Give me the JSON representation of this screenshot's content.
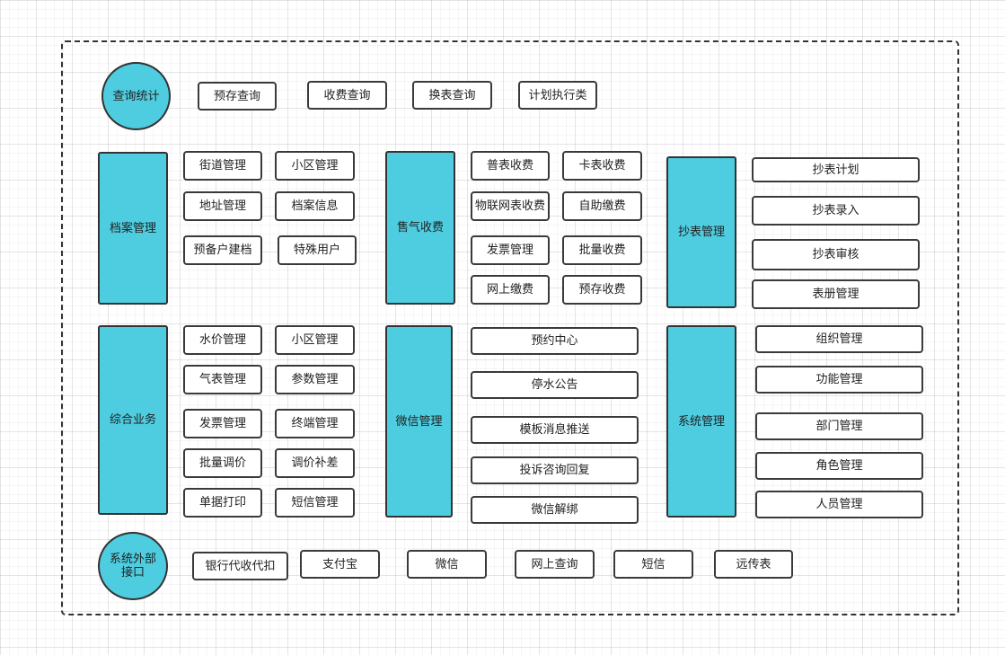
{
  "colors": {
    "category_fill": "#4ecde0",
    "border": "#333333",
    "box_fill": "#ffffff"
  },
  "query": {
    "label": "查询统计",
    "items": [
      "预存查询",
      "收费查询",
      "换表查询",
      "计划执行类"
    ]
  },
  "archive": {
    "label": "档案管理",
    "items": [
      "街道管理",
      "小区管理",
      "地址管理",
      "档案信息",
      "预备户建档",
      "特殊用户"
    ]
  },
  "gas_sales": {
    "label": "售气收费",
    "items": [
      "普表收费",
      "卡表收费",
      "物联网表收费",
      "自助缴费",
      "发票管理",
      "批量收费",
      "网上缴费",
      "预存收费"
    ]
  },
  "meter_reading": {
    "label": "抄表管理",
    "items": [
      "抄表计划",
      "抄表录入",
      "抄表审核",
      "表册管理"
    ]
  },
  "general": {
    "label": "综合业务",
    "items": [
      "水价管理",
      "小区管理",
      "气表管理",
      "参数管理",
      "发票管理",
      "终端管理",
      "批量调价",
      "调价补差",
      "单据打印",
      "短信管理"
    ]
  },
  "wechat": {
    "label": "微信管理",
    "items": [
      "预约中心",
      "停水公告",
      "模板消息推送",
      "投诉咨询回复",
      "微信解绑"
    ]
  },
  "system": {
    "label": "系统管理",
    "items": [
      "组织管理",
      "功能管理",
      "部门管理",
      "角色管理",
      "人员管理"
    ]
  },
  "external": {
    "label": "系统外部接口",
    "items": [
      "银行代收代扣",
      "支付宝",
      "微信",
      "网上查询",
      "短信",
      "远传表"
    ]
  }
}
